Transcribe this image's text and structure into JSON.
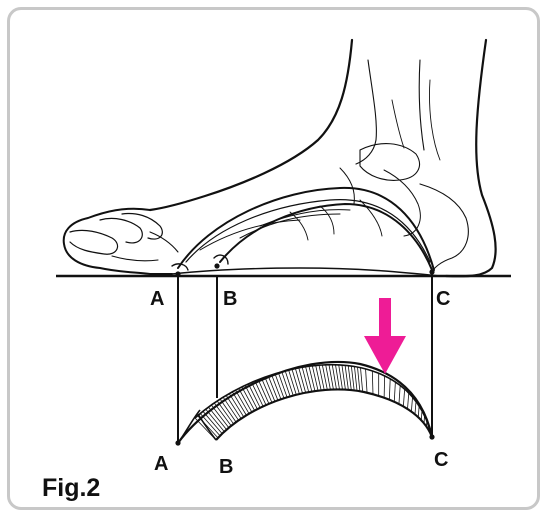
{
  "labels": {
    "top": {
      "a": "A",
      "b": "B",
      "c": "C"
    },
    "bottom": {
      "a": "A",
      "b": "B",
      "c": "C"
    }
  },
  "figure_label": "Fig.2",
  "colors": {
    "line": "#111111",
    "arrow": "#ee1c96",
    "frame": "#c8c8c8"
  }
}
